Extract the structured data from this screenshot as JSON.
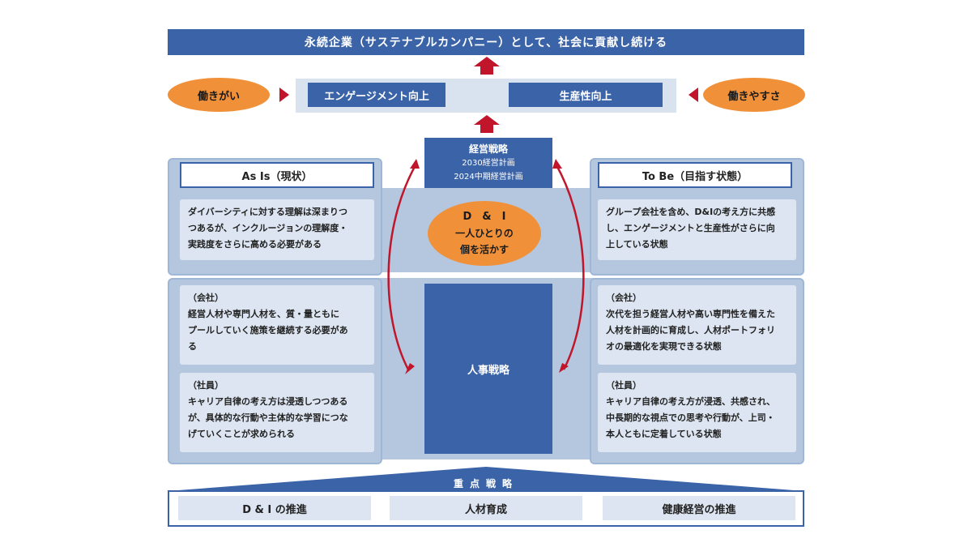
{
  "top_banner": "永続企業（サステナブルカンパニー）として、社会に貢献し続ける",
  "outcomes": {
    "engagement": "エンゲージメント向上",
    "productivity": "生産性向上"
  },
  "drivers": {
    "left": "働きがい",
    "right": "働きやすさ"
  },
  "management_strategy": {
    "title": "経営戦略",
    "line1": "2030経営計画",
    "line2": "2024中期経営計画"
  },
  "dei": {
    "title": "D　&　I",
    "line1": "一人ひとりの",
    "line2": "個を活かす"
  },
  "hr_strategy": "人事戦略",
  "as_is": {
    "title": "As Is（現状）",
    "box1": [
      "ダイバーシティに対する理解は深まりつ",
      "つあるが、インクルージョンの理解度・",
      "実践度をさらに高める必要がある"
    ],
    "box2": [
      "（会社）",
      "経営人材や専門人材を、質・量ともに",
      "プールしていく施策を継続する必要があ",
      "る"
    ],
    "box3": [
      "（社員）",
      "キャリア自律の考え方は浸透しつつある",
      "が、具体的な行動や主体的な学習につな",
      "げていくことが求められる"
    ]
  },
  "to_be": {
    "title": "To Be（目指す状態）",
    "box1": [
      "グループ会社を含め、D&Iの考え方に共感",
      "し、エンゲージメントと生産性がさらに向",
      "上している状態"
    ],
    "box2": [
      "（会社）",
      "次代を担う経営人材や高い専門性を備えた",
      "人材を計画的に育成し、人材ポートフォリ",
      "オの最適化を実現できる状態"
    ],
    "box3": [
      "（社員）",
      "キャリア自律の考え方が浸透、共感され、",
      "中長期的な視点での思考や行動が、上司・",
      "本人ともに定着している状態"
    ]
  },
  "focus": {
    "label": "重点戦略",
    "items": [
      "D & I の推進",
      "人材育成",
      "健康経営の推進"
    ]
  },
  "colors": {
    "navy": "#3a63a8",
    "light_blue": "#b4c7df",
    "pale_blue": "#dce5f1",
    "orange": "#f0913a",
    "red": "#c0152a"
  }
}
